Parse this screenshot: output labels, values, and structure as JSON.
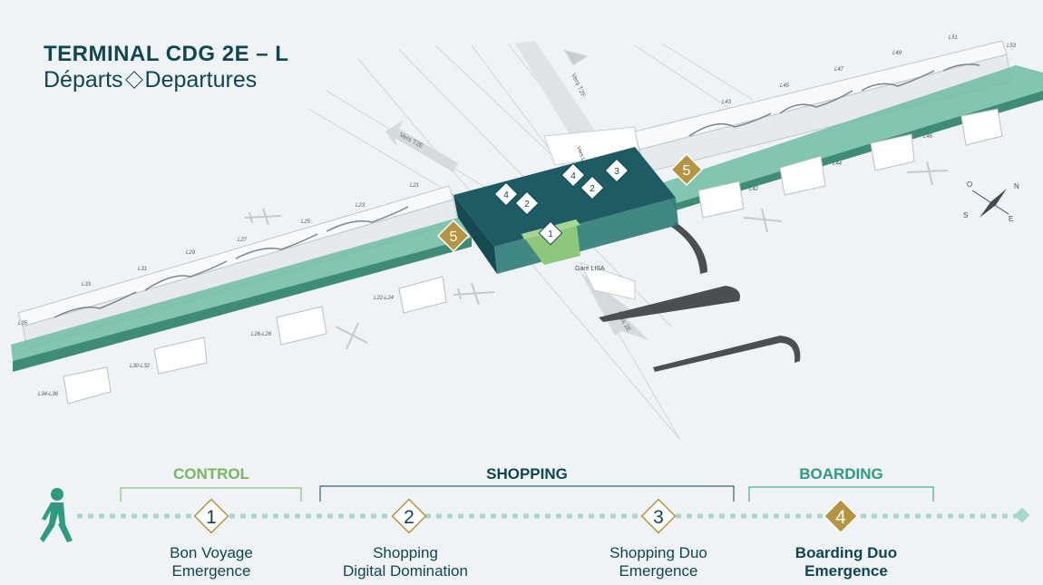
{
  "header": {
    "title": "TERMINAL CDG 2E – L",
    "subtitle_fr": "Départs",
    "subtitle_en": "Departures"
  },
  "map": {
    "roads": {
      "vers_t2e_1": "Vers T2E",
      "vers_t2f": "Vers T2F",
      "vers_2e": "Vers 2E",
      "vers_contact": "Vers Louvres & Roissy",
      "gare": "Gare LISA"
    },
    "gates_left": [
      "L35",
      "L33",
      "L31",
      "L29",
      "L27",
      "L25",
      "L23",
      "L21"
    ],
    "gates_left_bottom": [
      "L34-L36",
      "L30-L32",
      "L26-L28",
      "L22-L24"
    ],
    "gates_right": [
      "L43",
      "L45",
      "L47",
      "L49",
      "L51",
      "L53"
    ],
    "gates_right_bottom": [
      "L42",
      "L44",
      "L46"
    ],
    "markers": [
      "1",
      "2",
      "3",
      "4",
      "2",
      "4",
      "5",
      "5"
    ],
    "compass": {
      "n": "N",
      "s": "S",
      "e": "E",
      "o": "O"
    }
  },
  "journey": {
    "phases": {
      "control": "CONTROL",
      "shopping": "SHOPPING",
      "boarding": "BOARDING"
    },
    "steps": [
      {
        "num": "1",
        "line1": "Bon Voyage",
        "line2": "Emergence"
      },
      {
        "num": "2",
        "line1": "Shopping",
        "line2": "Digital Domination"
      },
      {
        "num": "3",
        "line1": "Shopping Duo",
        "line2": "Emergence"
      },
      {
        "num": "4",
        "line1": "Boarding Duo",
        "line2": "Emergence"
      }
    ]
  },
  "colors": {
    "dark": "#0f4650",
    "teal": "#2f8a78",
    "green": "#6fa85a",
    "gold": "#b59443",
    "dots": "#a8d8c9"
  }
}
